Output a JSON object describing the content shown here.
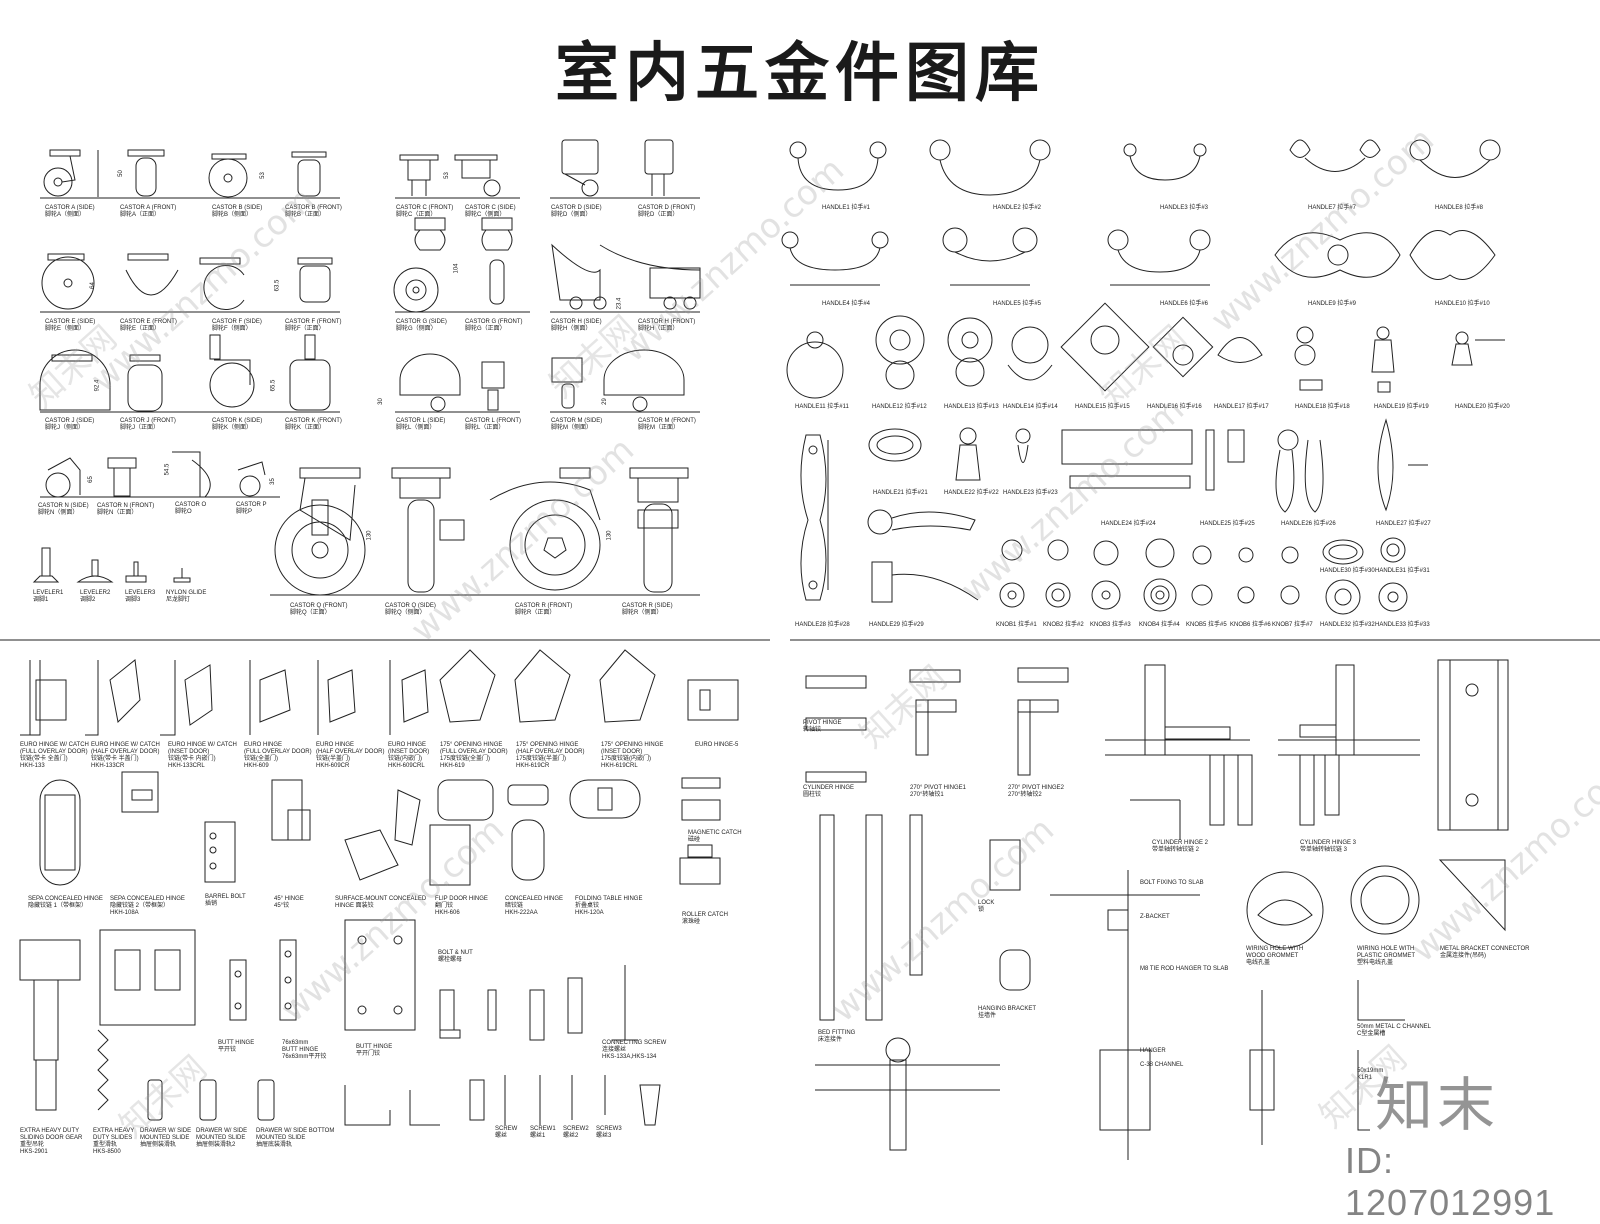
{
  "title": "室内五金件图库",
  "watermark": {
    "site": "www.znzmo.com",
    "cn": "知末网"
  },
  "brand": "知末",
  "id_tag": "ID: 1207012991",
  "castors": [
    {
      "en": "CASTOR A (SIDE)",
      "cn": "脚轮A（侧面）"
    },
    {
      "en": "CASTOR A (FRONT)",
      "cn": "脚轮A（正面）"
    },
    {
      "en": "CASTOR B (SIDE)",
      "cn": "脚轮B（侧面）"
    },
    {
      "en": "CASTOR B (FRONT)",
      "cn": "脚轮B（正面）"
    },
    {
      "en": "CASTOR C (FRONT)",
      "cn": "脚轮C（正面）"
    },
    {
      "en": "CASTOR C (SIDE)",
      "cn": "脚轮C（侧面）"
    },
    {
      "en": "CASTOR D (SIDE)",
      "cn": "脚轮D（侧面）"
    },
    {
      "en": "CASTOR D (FRONT)",
      "cn": "脚轮D（正面）"
    },
    {
      "en": "CASTOR E (SIDE)",
      "cn": "脚轮E（侧面）"
    },
    {
      "en": "CASTOR E (FRONT)",
      "cn": "脚轮E（正面）"
    },
    {
      "en": "CASTOR F (SIDE)",
      "cn": "脚轮F（侧面）"
    },
    {
      "en": "CASTOR F (FRONT)",
      "cn": "脚轮F（正面）"
    },
    {
      "en": "CASTOR G (SIDE)",
      "cn": "脚轮G（侧面）"
    },
    {
      "en": "CASTOR G (FRONT)",
      "cn": "脚轮G（正面）"
    },
    {
      "en": "CASTOR H (SIDE)",
      "cn": "脚轮H（侧面）"
    },
    {
      "en": "CASTOR H (FRONT)",
      "cn": "脚轮H（正面）"
    },
    {
      "en": "CASTOR J (SIDE)",
      "cn": "脚轮J（侧面）"
    },
    {
      "en": "CASTOR J (FRONT)",
      "cn": "脚轮J（正面）"
    },
    {
      "en": "CASTOR K (SIDE)",
      "cn": "脚轮K（侧面）"
    },
    {
      "en": "CASTOR K (FRONT)",
      "cn": "脚轮K（正面）"
    },
    {
      "en": "CASTOR L (SIDE)",
      "cn": "脚轮L（侧面）"
    },
    {
      "en": "CASTOR L (FRONT)",
      "cn": "脚轮L（正面）"
    },
    {
      "en": "CASTOR M (SIDE)",
      "cn": "脚轮M（侧面）"
    },
    {
      "en": "CASTOR M (FRONT)",
      "cn": "脚轮M（正面）"
    },
    {
      "en": "CASTOR N (SIDE)",
      "cn": "脚轮N（侧面）"
    },
    {
      "en": "CASTOR N (FRONT)",
      "cn": "脚轮N（正面）"
    },
    {
      "en": "CASTOR O",
      "cn": "脚轮O"
    },
    {
      "en": "CASTOR P",
      "cn": "脚轮P"
    },
    {
      "en": "CASTOR Q (FRONT)",
      "cn": "脚轮Q（正面）"
    },
    {
      "en": "CASTOR Q (SIDE)",
      "cn": "脚轮Q（侧面）"
    },
    {
      "en": "CASTOR R (FRONT)",
      "cn": "脚轮R（正面）"
    },
    {
      "en": "CASTOR R (SIDE)",
      "cn": "脚轮R（侧面）"
    }
  ],
  "levelers": [
    "LEVELER1",
    "LEVELER2",
    "LEVELER3",
    "NYLON GLIDE"
  ],
  "leveler_cn": [
    "调脚1",
    "调脚2",
    "调脚3",
    "尼龙脚钉"
  ],
  "dims": [
    "50",
    "53",
    "53",
    "104",
    "64",
    "63.5",
    "92.4",
    "65.5",
    "30",
    "29",
    "65",
    "54.5",
    "35",
    "130",
    "130",
    "23.4"
  ],
  "handles": [
    "HANDLE1 拉手#1",
    "HANDLE2 拉手#2",
    "HANDLE3 拉手#3",
    "HANDLE7 拉手#7",
    "HANDLE8 拉手#8",
    "HANDLE4 拉手#4",
    "HANDLE5 拉手#5",
    "HANDLE6 拉手#6",
    "HANDLE9 拉手#9",
    "HANDLE10 拉手#10",
    "HANDLE11 拉手#11",
    "HANDLE12 拉手#12",
    "HANDLE13 拉手#13",
    "HANDLE14 拉手#14",
    "HANDLE15 拉手#15",
    "HANDLE16 拉手#16",
    "HANDLE17 拉手#17",
    "HANDLE18 拉手#18",
    "HANDLE19 拉手#19",
    "HANDLE20 拉手#20",
    "HANDLE21 拉手#21",
    "HANDLE22 拉手#22",
    "HANDLE23 拉手#23",
    "HANDLE24 拉手#24",
    "HANDLE25 拉手#25",
    "HANDLE26 拉手#26",
    "HANDLE27 拉手#27",
    "HANDLE30 拉手#30",
    "HANDLE31 拉手#31",
    "HANDLE28 拉手#28",
    "HANDLE29 拉手#29",
    "HANDLE32 拉手#32",
    "HANDLE33 拉手#33"
  ],
  "knobs": [
    "KNOB1 拉手#1",
    "KNOB2 拉手#2",
    "KNOB3 拉手#3",
    "KNOB4 拉手#4",
    "KNOB5 拉手#5",
    "KNOB6 拉手#6",
    "KNOB7 拉手#7"
  ],
  "hinges": [
    {
      "l1": "EURO HINGE W/ CATCH",
      "l2": "(FULL OVERLAY DOOR)",
      "l3": "铰链(带卡  全盖门)",
      "l4": "HKH-133"
    },
    {
      "l1": "EURO HINGE W/ CATCH",
      "l2": "(HALF OVERLAY DOOR)",
      "l3": "铰链(带卡  半盖门)",
      "l4": "HKH-133CR"
    },
    {
      "l1": "EURO HINGE W/ CATCH",
      "l2": "(INSET DOOR)",
      "l3": "铰链(带卡  内嵌门)",
      "l4": "HKH-133CRL"
    },
    {
      "l1": "EURO HINGE",
      "l2": "(FULL OVERLAY DOOR)",
      "l3": "铰链(全盖门)",
      "l4": "HKH-609"
    },
    {
      "l1": "EURO HINGE",
      "l2": "(HALF OVERLAY DOOR)",
      "l3": "铰链(半盖门)",
      "l4": "HKH-609CR"
    },
    {
      "l1": "EURO HINGE",
      "l2": "(INSET DOOR)",
      "l3": "铰链(内嵌门)",
      "l4": "HKH-609CRL"
    },
    {
      "l1": "175° OPENING HINGE",
      "l2": "(FULL OVERLAY DOOR)",
      "l3": "175度铰链(全盖门)",
      "l4": "HKH-619"
    },
    {
      "l1": "175° OPENING HINGE",
      "l2": "(HALF OVERLAY DOOR)",
      "l3": "175度铰链(半盖门)",
      "l4": "HKH-619CR"
    },
    {
      "l1": "175° OPENING HINGE",
      "l2": "(INSET DOOR)",
      "l3": "175度铰链(内嵌门)",
      "l4": "HKH-619CRL"
    },
    {
      "l1": "EURO HINGE-5",
      "l2": "",
      "l3": "",
      "l4": ""
    }
  ],
  "fittings": [
    {
      "l1": "SEPA CONCEALED HINGE",
      "l2": "隐藏铰链 1（带框架）"
    },
    {
      "l1": "SEPA CONCEALED HINGE",
      "l2": "隐藏铰链 2（带框架）",
      "l3": "HKH-108A"
    },
    {
      "l1": "BARREL BOLT",
      "l2": "插销"
    },
    {
      "l1": "45° HINGE",
      "l2": "45°铰"
    },
    {
      "l1": "SURFACE-MOUNT CONCEALED",
      "l2": "HINGE 面装铰"
    },
    {
      "l1": "FLIP DOOR HINGE",
      "l2": "翻门铰",
      "l3": "HKH-606"
    },
    {
      "l1": "CONCEALED HINGE",
      "l2": "暗铰链",
      "l3": "HKH-222AA"
    },
    {
      "l1": "FOLDING TABLE HINGE",
      "l2": "折叠桌铰",
      "l3": "HKH-120A"
    },
    {
      "l1": "MAGNETIC CATCH",
      "l2": "磁碰"
    },
    {
      "l1": "ROLLER CATCH",
      "l2": "滚珠碰"
    }
  ],
  "lower_left": [
    {
      "l1": "EXTRA HEAVY DUTY",
      "l2": "SLIDING DOOR GEAR",
      "l3": "重型吊轮",
      "l4": "HKS-2901"
    },
    {
      "l1": "EXTRA HEAVY",
      "l2": "DUTY SLIDES",
      "l3": "重型滑轨",
      "l4": "HKS-8500"
    },
    {
      "l1": "DRAWER W/ SIDE",
      "l2": "MOUNTED SLIDE",
      "l3": "抽屉侧装滑轨"
    },
    {
      "l1": "DRAWER W/ SIDE",
      "l2": "MOUNTED SLIDE",
      "l3": "抽屉侧装滑轨2"
    },
    {
      "l1": "DRAWER W/ SIDE BOTTOM",
      "l2": "MOUNTED SLIDE",
      "l3": "抽屉底装滑轨"
    },
    {
      "l1": "BUTT HINGE",
      "l2": "平开铰"
    },
    {
      "l1": "76x63mm",
      "l2": "BUTT HINGE",
      "l3": "76x63mm平开铰"
    },
    {
      "l1": "BUTT HINGE",
      "l2": "平开门铰"
    },
    {
      "l1": "BOLT & NUT",
      "l2": "螺栓螺母"
    },
    {
      "l1": "CONNECTING SCREW",
      "l2": "连接螺丝",
      "l3": "HKS-133A,HKS-134"
    },
    {
      "l1": "SCREW",
      "l2": "螺丝"
    },
    {
      "l1": "SCREW1",
      "l2": "螺丝1"
    },
    {
      "l1": "SCREW2",
      "l2": "螺丝2"
    },
    {
      "l1": "SCREW3",
      "l2": "螺丝3"
    }
  ],
  "right_bottom": [
    {
      "l1": "PIVOT HINGE",
      "l2": "转轴铰"
    },
    {
      "l1": "CYLINDER HINGE",
      "l2": "圆柱铰"
    },
    {
      "l1": "270° PIVOT HINGE1",
      "l2": "270°转轴铰1"
    },
    {
      "l1": "270° PIVOT HINGE2",
      "l2": "270°转轴铰2"
    },
    {
      "l1": "CYLINDER HINGE 2",
      "l2": "带单轴转轴铰链 2"
    },
    {
      "l1": "CYLINDER HINGE 3",
      "l2": "带单轴转轴铰链 3"
    },
    {
      "l1": "BED FITTING",
      "l2": "床连接件"
    },
    {
      "l1": "LOCK",
      "l2": "锁"
    },
    {
      "l1": "HANGING BRACKET",
      "l2": "挂墙件"
    },
    {
      "l1": "BOLT FIXING TO SLAB",
      "l2": ""
    },
    {
      "l1": "Z-BACKET",
      "l2": ""
    },
    {
      "l1": "M8 TIE ROD HANGER TO SLAB",
      "l2": ""
    },
    {
      "l1": "HANGER",
      "l2": ""
    },
    {
      "l1": "C-38 CHANNEL",
      "l2": ""
    },
    {
      "l1": "WIRING HOLE WITH",
      "l2": "WOOD GROMMET",
      "l3": "电线孔盖"
    },
    {
      "l1": "WIRING HOLE WITH",
      "l2": "PLASTIC GROMMET",
      "l3": "塑料电线孔盖"
    },
    {
      "l1": "METAL BRACKET CONNECTOR",
      "l2": "金属连接件(吊码)"
    },
    {
      "l1": "50mm METAL C CHANNEL",
      "l2": "C型金属槽"
    },
    {
      "l1": "50x19mm",
      "l2": "K1R1"
    }
  ]
}
